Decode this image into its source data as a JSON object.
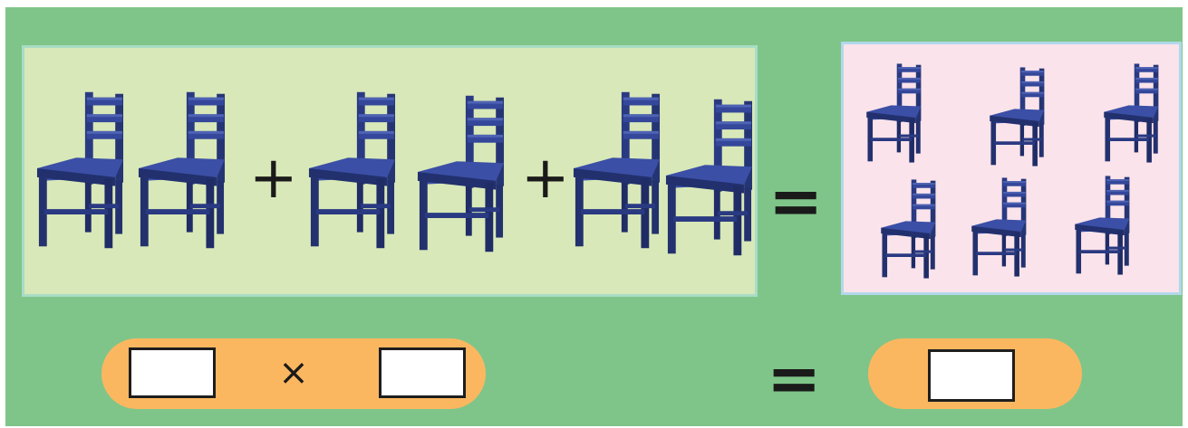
{
  "colors": {
    "background": "#7fc589",
    "chairs_panel": "#d8e8b8",
    "result_panel": "#fae3ea",
    "answer_pill": "#fbb760",
    "chair": "#2a3a82",
    "chair_highlight": "#4356a8"
  },
  "icons": {
    "chair": "blue-chair-icon"
  },
  "addition": {
    "groups": [
      {
        "chairs": 2
      },
      {
        "chairs": 2
      },
      {
        "chairs": 2
      }
    ],
    "plus_symbol": "+",
    "equals_symbol": "="
  },
  "result_group": {
    "chairs": 6
  },
  "multiplication": {
    "times_symbol": "×",
    "equals_symbol": "=",
    "factor1_value": "",
    "factor2_value": "",
    "product_value": ""
  }
}
